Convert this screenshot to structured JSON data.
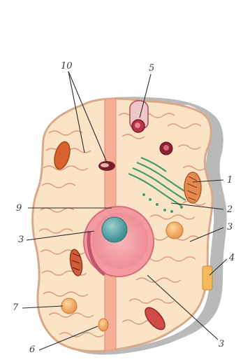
{
  "labels": {
    "l1": "1",
    "l2": "2",
    "l3a": "3",
    "l3b": "3",
    "l3c": "3",
    "l4": "4",
    "l5": "5",
    "l6": "6",
    "l7": "7",
    "l9": "9",
    "l10": "10"
  }
}
